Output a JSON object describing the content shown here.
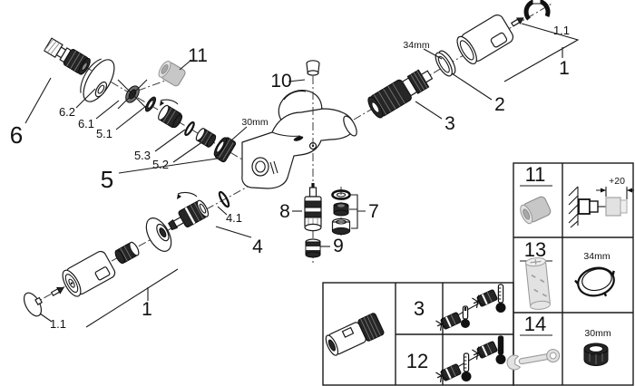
{
  "diagram": {
    "callouts": {
      "plug_top": "10",
      "grey_cap": "11",
      "s_union_group": "6",
      "s_union": "6.2",
      "wall_escutcheon": "6.1",
      "check_valve_seal": "5.1",
      "check_valve": "5.3",
      "sleeve": "5.2",
      "union_group": "5",
      "handle_group": "1",
      "handle_cap": "1.1",
      "shroud_ring": "2",
      "thermostat_cartridge": "3",
      "diverter_oring": "4.1",
      "diverter_group": "4",
      "mousseur_group": "7",
      "diverter_cartridge": "8",
      "outlet_adapter": "9"
    },
    "dimensions": {
      "ring_34mm": "34mm",
      "nut_30mm": "30mm"
    }
  },
  "service_table": {
    "rows": [
      {
        "ref": "3"
      },
      {
        "ref": "12"
      }
    ]
  },
  "tool_table": {
    "row_11": {
      "ref": "11",
      "extension": "+20"
    },
    "row_13": {
      "ref": "13",
      "dim": "34mm"
    },
    "row_14": {
      "ref": "14",
      "dim": "30mm"
    }
  }
}
